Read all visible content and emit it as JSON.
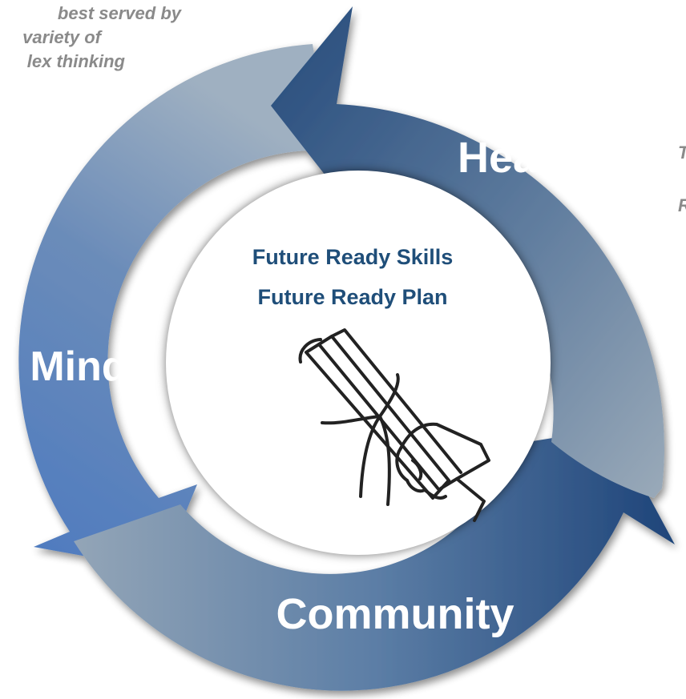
{
  "left_quote": {
    "lines": [
      "best served by",
      "variety of",
      "lex thinking"
    ]
  },
  "right_quote": {
    "lines": [
      "T",
      "R"
    ]
  },
  "cycle": {
    "segments": [
      {
        "label": "Heart"
      },
      {
        "label": "Community"
      },
      {
        "label": "Mind"
      }
    ]
  },
  "center": {
    "line1": "Future Ready Skills",
    "line2": "Future Ready Plan",
    "icon": "diploma-scroll-hand-icon"
  },
  "colors": {
    "arrow_dark": "#2b4f7e",
    "arrow_light": "#8fa3b8",
    "arrow_mid": "#5f86b8",
    "center_text": "#1f4e79"
  }
}
